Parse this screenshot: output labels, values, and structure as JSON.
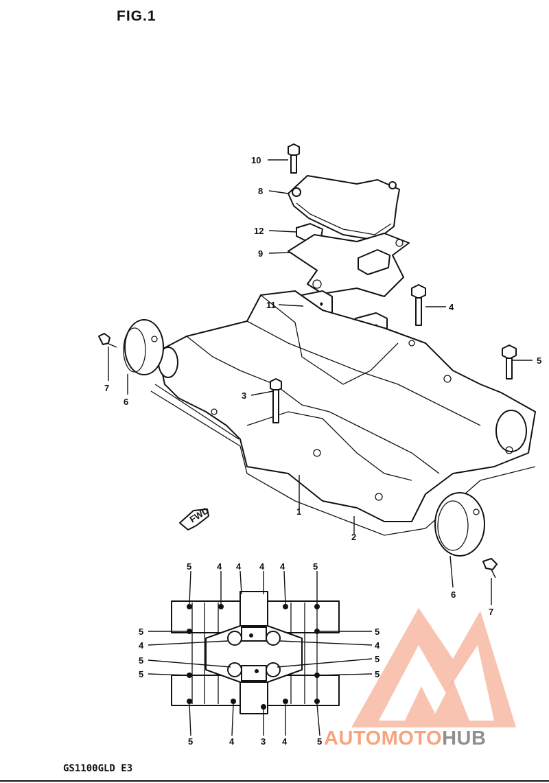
{
  "figure_title": "FIG.1",
  "model_code": "GS1100GLD E3",
  "direction_arrow": "FWD",
  "callouts": {
    "top": [
      "10",
      "8",
      "12",
      "9",
      "11",
      "4",
      "5",
      "3",
      "7",
      "6",
      "1",
      "2",
      "6",
      "7"
    ],
    "plan_top": [
      "5",
      "4",
      "4",
      "4",
      "4",
      "5"
    ],
    "plan_left": [
      "5",
      "4",
      "5",
      "5"
    ],
    "plan_right": [
      "5",
      "4",
      "5",
      "5"
    ],
    "plan_bottom": [
      "5",
      "4",
      "3",
      "4",
      "5"
    ]
  },
  "watermark": {
    "part1": "AUTO",
    "part2": "MOTO",
    "part3": "HUB",
    "colors": {
      "accent": "#f6a37e",
      "secondary": "#8f8f8f"
    }
  }
}
